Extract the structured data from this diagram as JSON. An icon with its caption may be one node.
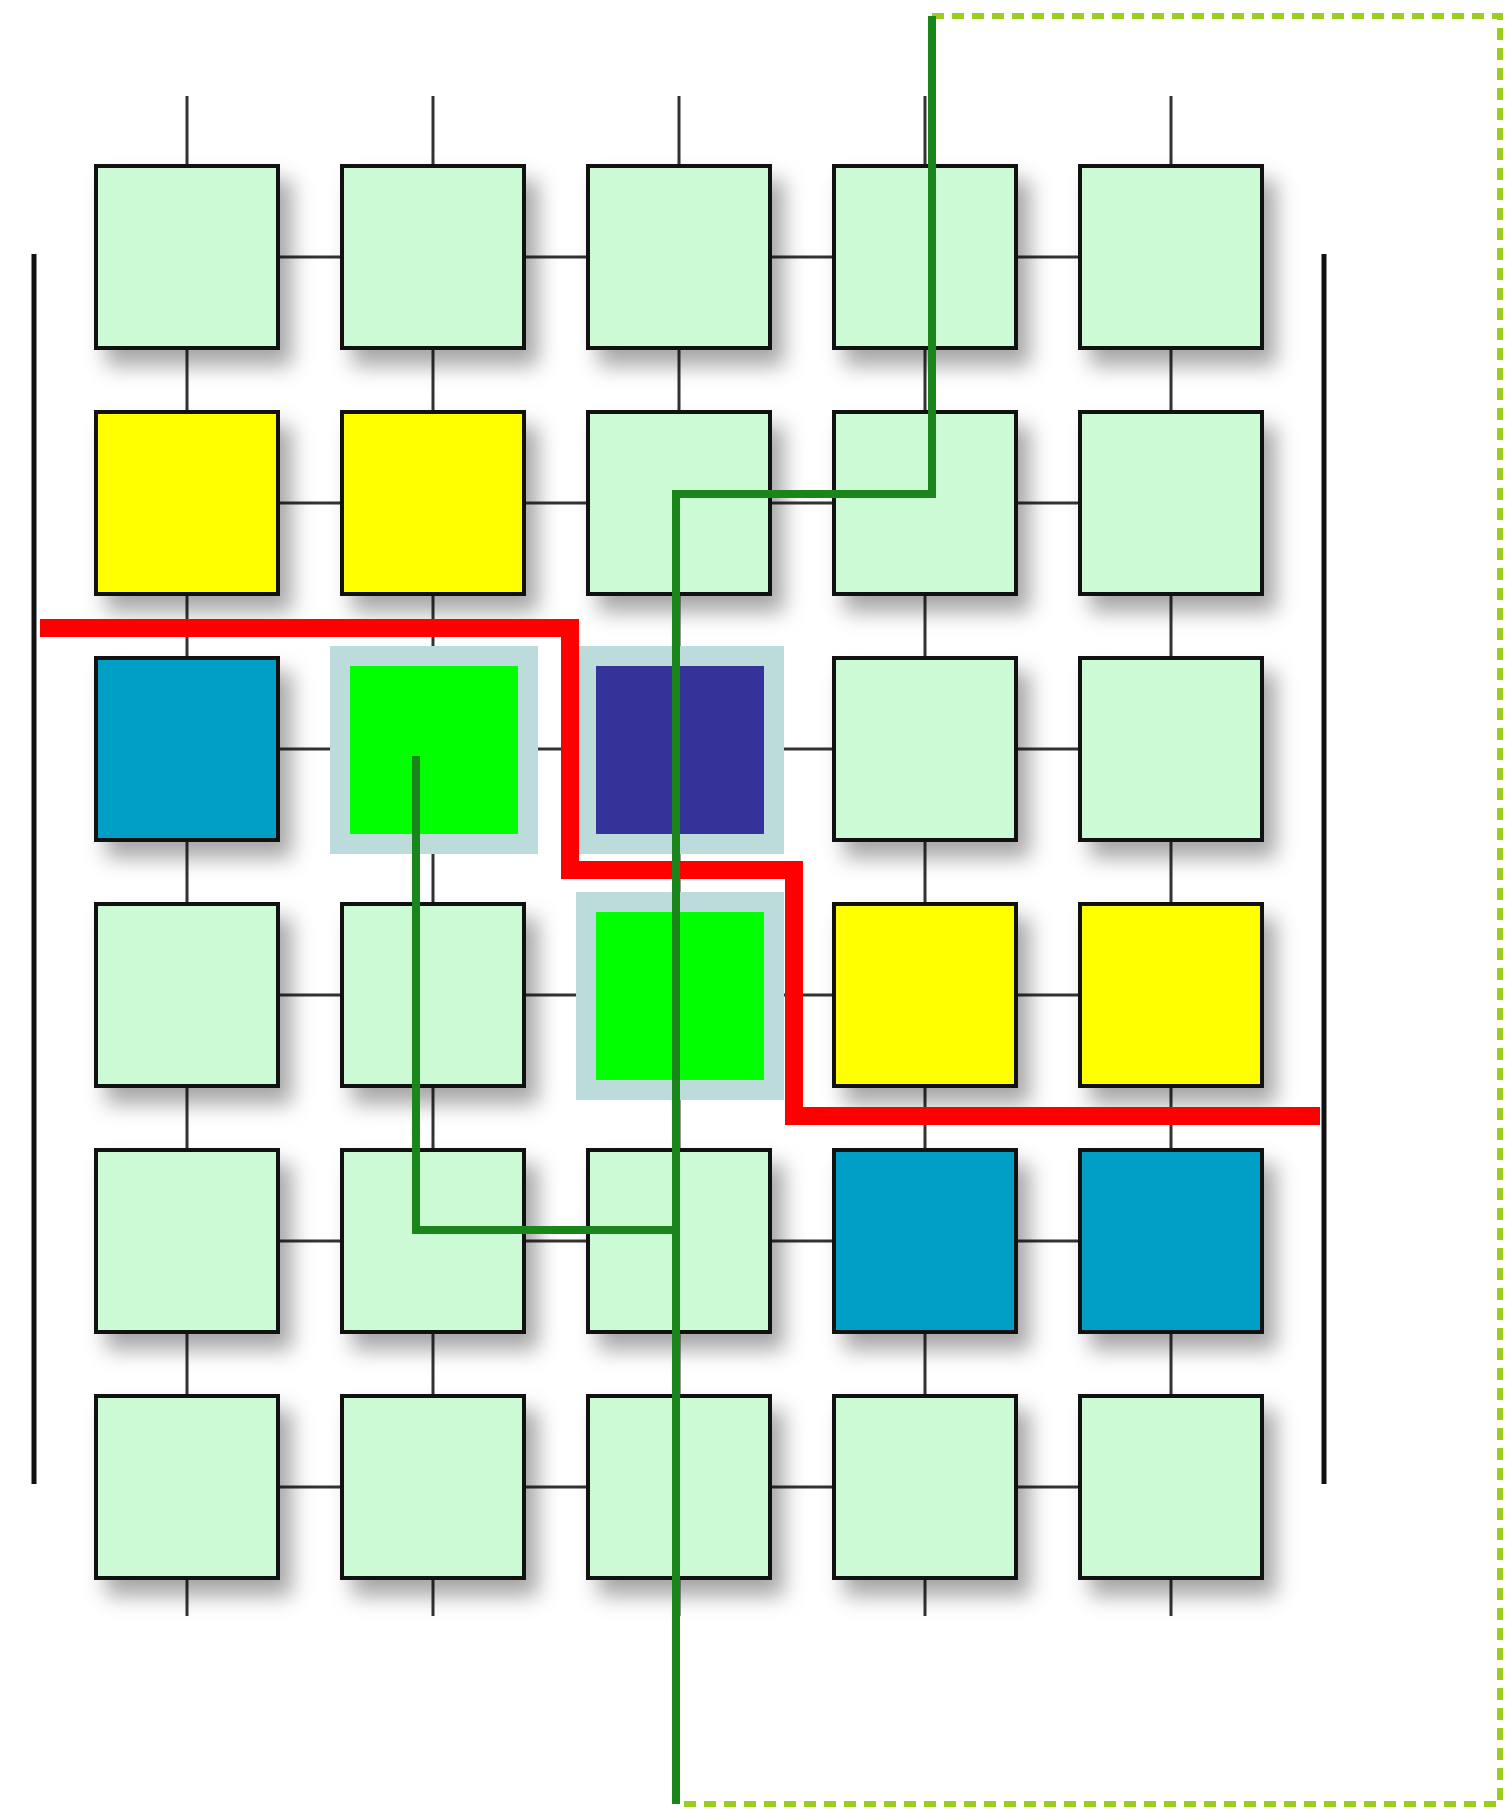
{
  "diagram": {
    "nodes": [
      {
        "text": [],
        "shape": "box"
      },
      {
        "text": [],
        "shape": "box"
      },
      {
        "text": [],
        "shape": "box"
      },
      {
        "text": [],
        "shape": "box"
      },
      {
        "text": [],
        "shape": "box"
      },
      {
        "text": [],
        "shape": "box"
      },
      {
        "text": [],
        "shape": "box"
      },
      {
        "text": [],
        "shape": "box"
      },
      {
        "text": [],
        "shape": "box"
      },
      {
        "text": [],
        "shape": "box"
      },
      {
        "text": [],
        "shape": "box"
      },
      {
        "text": [],
        "shape": "box"
      },
      {
        "text": [],
        "shape": "box"
      },
      {
        "text": [],
        "shape": "box"
      },
      {
        "text": [],
        "shape": "box"
      },
      {
        "text": [],
        "shape": "box"
      },
      {
        "text": [],
        "shape": "box"
      },
      {
        "text": [],
        "shape": "box"
      },
      {
        "text": [],
        "shape": "box"
      },
      {
        "text": [],
        "shape": "box"
      },
      {
        "text": [],
        "shape": "box"
      },
      {
        "text": [],
        "shape": "box"
      },
      {
        "text": [],
        "shape": "box"
      },
      {
        "text": [],
        "shape": "box"
      },
      {
        "text": [],
        "shape": "box"
      },
      {
        "text": [],
        "shape": "box"
      },
      {
        "text": [],
        "shape": "box"
      },
      {
        "text": [],
        "shape": "box"
      },
      {
        "text": [],
        "shape": "box"
      },
      {
        "text": [],
        "shape": "box"
      }
    ],
    "edges": [
      {
        "from": 0,
        "to": 1,
        "arrow": "none"
      },
      {
        "from": 1,
        "to": 2,
        "arrow": "none"
      },
      {
        "from": 2,
        "to": 3,
        "arrow": "none"
      },
      {
        "from": 3,
        "to": 4,
        "arrow": "none"
      },
      {
        "from": 5,
        "to": 6,
        "arrow": "none"
      },
      {
        "from": 6,
        "to": 7,
        "arrow": "none"
      },
      {
        "from": 7,
        "to": 8,
        "arrow": "none"
      },
      {
        "from": 8,
        "to": 9,
        "arrow": "none"
      },
      {
        "from": 10,
        "to": 11,
        "arrow": "none"
      },
      {
        "from": 11,
        "to": 12,
        "arrow": "none"
      },
      {
        "from": 12,
        "to": 13,
        "arrow": "none"
      },
      {
        "from": 13,
        "to": 14,
        "arrow": "none"
      },
      {
        "from": 15,
        "to": 16,
        "arrow": "none"
      },
      {
        "from": 16,
        "to": 17,
        "arrow": "none"
      },
      {
        "from": 17,
        "to": 18,
        "arrow": "none"
      },
      {
        "from": 18,
        "to": 19,
        "arrow": "none"
      },
      {
        "from": 20,
        "to": 21,
        "arrow": "none"
      },
      {
        "from": 21,
        "to": 22,
        "arrow": "none"
      },
      {
        "from": 22,
        "to": 23,
        "arrow": "none"
      },
      {
        "from": 23,
        "to": 24,
        "arrow": "none"
      },
      {
        "from": 25,
        "to": 26,
        "arrow": "none"
      },
      {
        "from": 26,
        "to": 27,
        "arrow": "none"
      },
      {
        "from": 27,
        "to": 28,
        "arrow": "none"
      },
      {
        "from": 28,
        "to": 29,
        "arrow": "none"
      },
      {
        "from": 0,
        "to": 5,
        "arrow": "none"
      },
      {
        "from": 1,
        "to": 6,
        "arrow": "none"
      },
      {
        "from": 2,
        "to": 7,
        "arrow": "none"
      },
      {
        "from": 3,
        "to": 8,
        "arrow": "none"
      },
      {
        "from": 4,
        "to": 9,
        "arrow": "none"
      },
      {
        "from": 5,
        "to": 10,
        "arrow": "none"
      },
      {
        "from": 6,
        "to": 11,
        "arrow": "none"
      },
      {
        "from": 7,
        "to": 12,
        "arrow": "none"
      },
      {
        "from": 8,
        "to": 13,
        "arrow": "none"
      },
      {
        "from": 9,
        "to": 14,
        "arrow": "none"
      },
      {
        "from": 10,
        "to": 15,
        "arrow": "none"
      },
      {
        "from": 11,
        "to": 16,
        "arrow": "none"
      },
      {
        "from": 12,
        "to": 17,
        "arrow": "none"
      },
      {
        "from": 13,
        "to": 18,
        "arrow": "none"
      },
      {
        "from": 14,
        "to": 19,
        "arrow": "none"
      },
      {
        "from": 15,
        "to": 20,
        "arrow": "none"
      },
      {
        "from": 16,
        "to": 21,
        "arrow": "none"
      },
      {
        "from": 17,
        "to": 22,
        "arrow": "none"
      },
      {
        "from": 18,
        "to": 23,
        "arrow": "none"
      },
      {
        "from": 19,
        "to": 24,
        "arrow": "none"
      },
      {
        "from": 20,
        "to": 25,
        "arrow": "none"
      },
      {
        "from": 21,
        "to": 26,
        "arrow": "none"
      },
      {
        "from": 22,
        "to": 27,
        "arrow": "none"
      },
      {
        "from": 23,
        "to": 28,
        "arrow": "none"
      },
      {
        "from": 24,
        "to": 29,
        "arrow": "none"
      }
    ]
  }
}
